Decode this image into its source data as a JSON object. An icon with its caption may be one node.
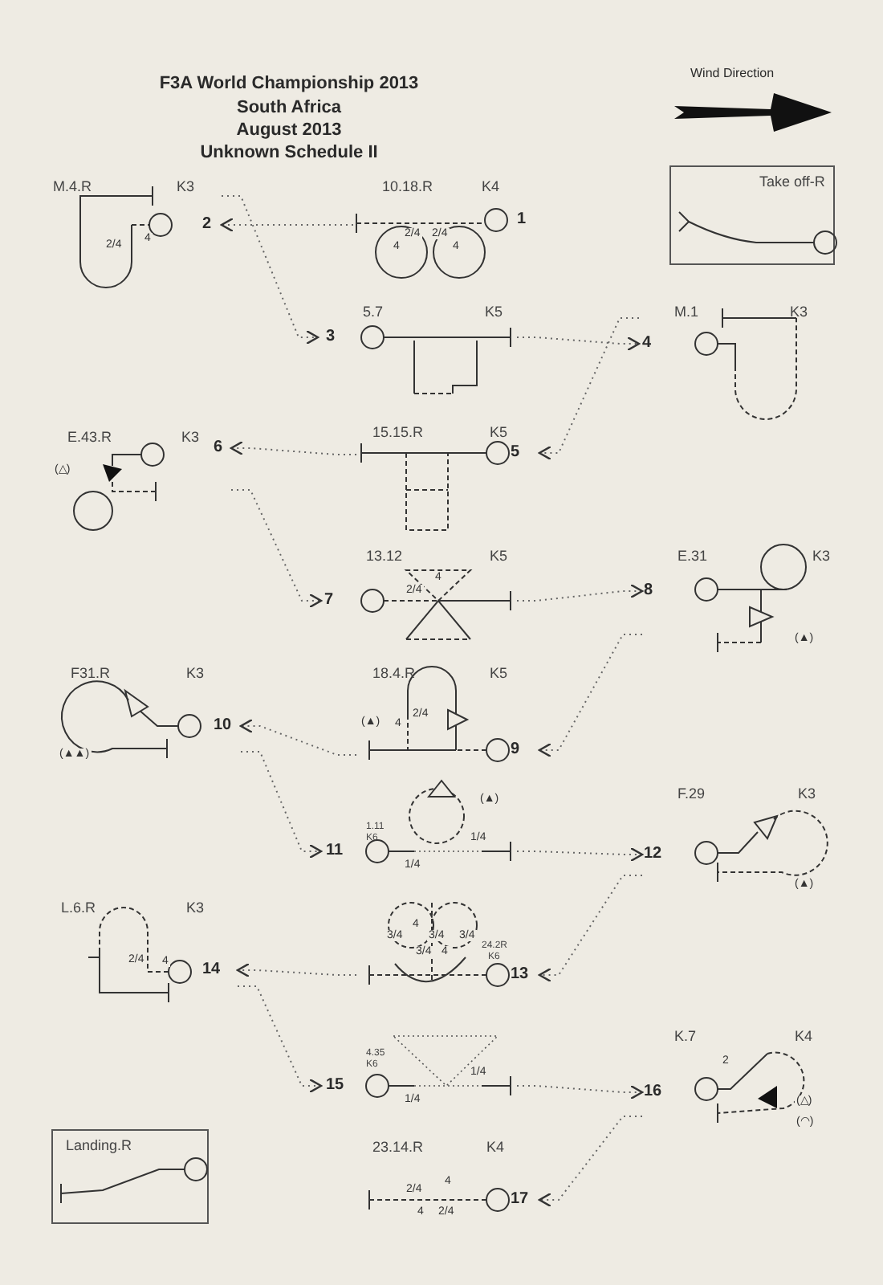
{
  "diagram": {
    "title": "F3A World Championship 2013",
    "nodes": [
      {
        "text": [
          "1",
          "10.18.R",
          "K4"
        ]
      },
      {
        "text": [
          "2",
          "M.4.R",
          "K3"
        ]
      },
      {
        "text": [
          "3",
          "5.7",
          "K5"
        ]
      },
      {
        "text": [
          "4",
          "M.1",
          "K3"
        ]
      },
      {
        "text": [
          "5",
          "15.15.R",
          "K5"
        ]
      },
      {
        "text": [
          "6",
          "E.43.R",
          "K3"
        ]
      },
      {
        "text": [
          "7",
          "13.12",
          "K5"
        ]
      },
      {
        "text": [
          "8",
          "E.31",
          "K3"
        ]
      },
      {
        "text": [
          "9",
          "18.4.R",
          "K5"
        ]
      },
      {
        "text": [
          "10",
          "F31.R",
          "K3"
        ]
      },
      {
        "text": [
          "11",
          "1.11",
          "K6"
        ]
      },
      {
        "text": [
          "12",
          "F.29",
          "K3"
        ]
      },
      {
        "text": [
          "13",
          "24.2R",
          "K6"
        ]
      },
      {
        "text": [
          "14",
          "L.6.R",
          "K3"
        ]
      },
      {
        "text": [
          "15",
          "4.35",
          "K6"
        ]
      },
      {
        "text": [
          "16",
          "K.7",
          "K4"
        ]
      },
      {
        "text": [
          "17",
          "23.14.R",
          "K4"
        ]
      },
      {
        "text": [
          "Take off-R"
        ]
      },
      {
        "text": [
          "Landing.R"
        ]
      }
    ],
    "edges": [
      {
        "from": 0,
        "to": 1,
        "arrow": "to",
        "style": "dashed"
      },
      {
        "from": 1,
        "to": 2,
        "arrow": "to",
        "style": "dashed"
      },
      {
        "from": 2,
        "to": 3,
        "arrow": "to",
        "style": "dashed"
      },
      {
        "from": 3,
        "to": 4,
        "arrow": "to",
        "style": "dashed"
      },
      {
        "from": 4,
        "to": 5,
        "arrow": "to",
        "style": "dashed"
      },
      {
        "from": 5,
        "to": 6,
        "arrow": "to",
        "style": "dashed"
      },
      {
        "from": 6,
        "to": 7,
        "arrow": "to",
        "style": "dashed"
      },
      {
        "from": 7,
        "to": 8,
        "arrow": "to",
        "style": "dashed"
      },
      {
        "from": 8,
        "to": 9,
        "arrow": "to",
        "style": "dashed"
      },
      {
        "from": 9,
        "to": 10,
        "arrow": "to",
        "style": "dashed"
      },
      {
        "from": 10,
        "to": 11,
        "arrow": "to",
        "style": "dashed"
      },
      {
        "from": 11,
        "to": 12,
        "arrow": "to",
        "style": "dashed"
      },
      {
        "from": 12,
        "to": 13,
        "arrow": "to",
        "style": "dashed"
      },
      {
        "from": 13,
        "to": 14,
        "arrow": "to",
        "style": "dashed"
      },
      {
        "from": 14,
        "to": 15,
        "arrow": "to",
        "style": "dashed"
      },
      {
        "from": 15,
        "to": 16,
        "arrow": "to",
        "style": "dashed"
      }
    ],
    "labels": [
      "Wind Direction",
      "South Africa",
      "August 2013",
      "Unknown Schedule II",
      "2/4",
      "4",
      "2/4",
      "2/4",
      "4",
      "4",
      "(△)",
      "2/4",
      "4",
      "(▲)",
      "(▲)",
      "4",
      "2/4",
      "(▲▲)",
      "(▲)",
      "1/4",
      "1/4",
      "(▲)",
      "3/4",
      "4",
      "3/4",
      "3/4",
      "3/4",
      "4",
      "2/4",
      "4",
      "1/4",
      "1/4",
      "2",
      "(△)",
      "(◠)",
      "2/4",
      "4",
      "4",
      "2/4"
    ]
  }
}
